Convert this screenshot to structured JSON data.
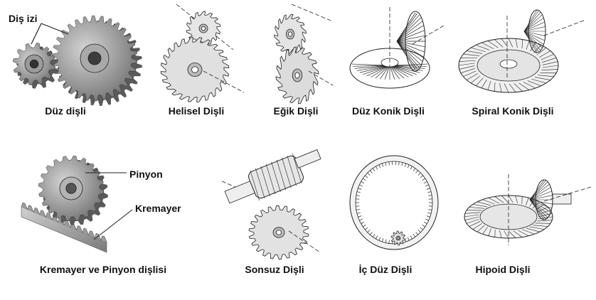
{
  "figure": {
    "items": [
      {
        "caption": "Düz dişli",
        "callouts": [
          "Diş izi"
        ],
        "icon": "spur-gear-icon"
      },
      {
        "caption": "Helisel Dişli",
        "icon": "helical-gear-icon"
      },
      {
        "caption": "Eğik Dişli",
        "icon": "skew-gear-icon"
      },
      {
        "caption": "Düz Konik Dişli",
        "icon": "straight-bevel-gear-icon"
      },
      {
        "caption": "Spiral Konik Dişli",
        "icon": "spiral-bevel-gear-icon"
      },
      {
        "caption": "Kremayer ve Pinyon dişlisi",
        "callouts": [
          "Pinyon",
          "Kremayer"
        ],
        "icon": "rack-pinion-icon"
      },
      {
        "caption": "Sonsuz Dişli",
        "icon": "worm-gear-icon"
      },
      {
        "caption": "İç Düz Dişli",
        "icon": "internal-gear-icon"
      },
      {
        "caption": "Hipoid Dişli",
        "icon": "hypoid-gear-icon"
      }
    ]
  },
  "colors": {
    "metal": "#8a8a8a",
    "metal_dark": "#5a5a5a",
    "metal_light": "#c9c9c9",
    "line": "#222222"
  }
}
